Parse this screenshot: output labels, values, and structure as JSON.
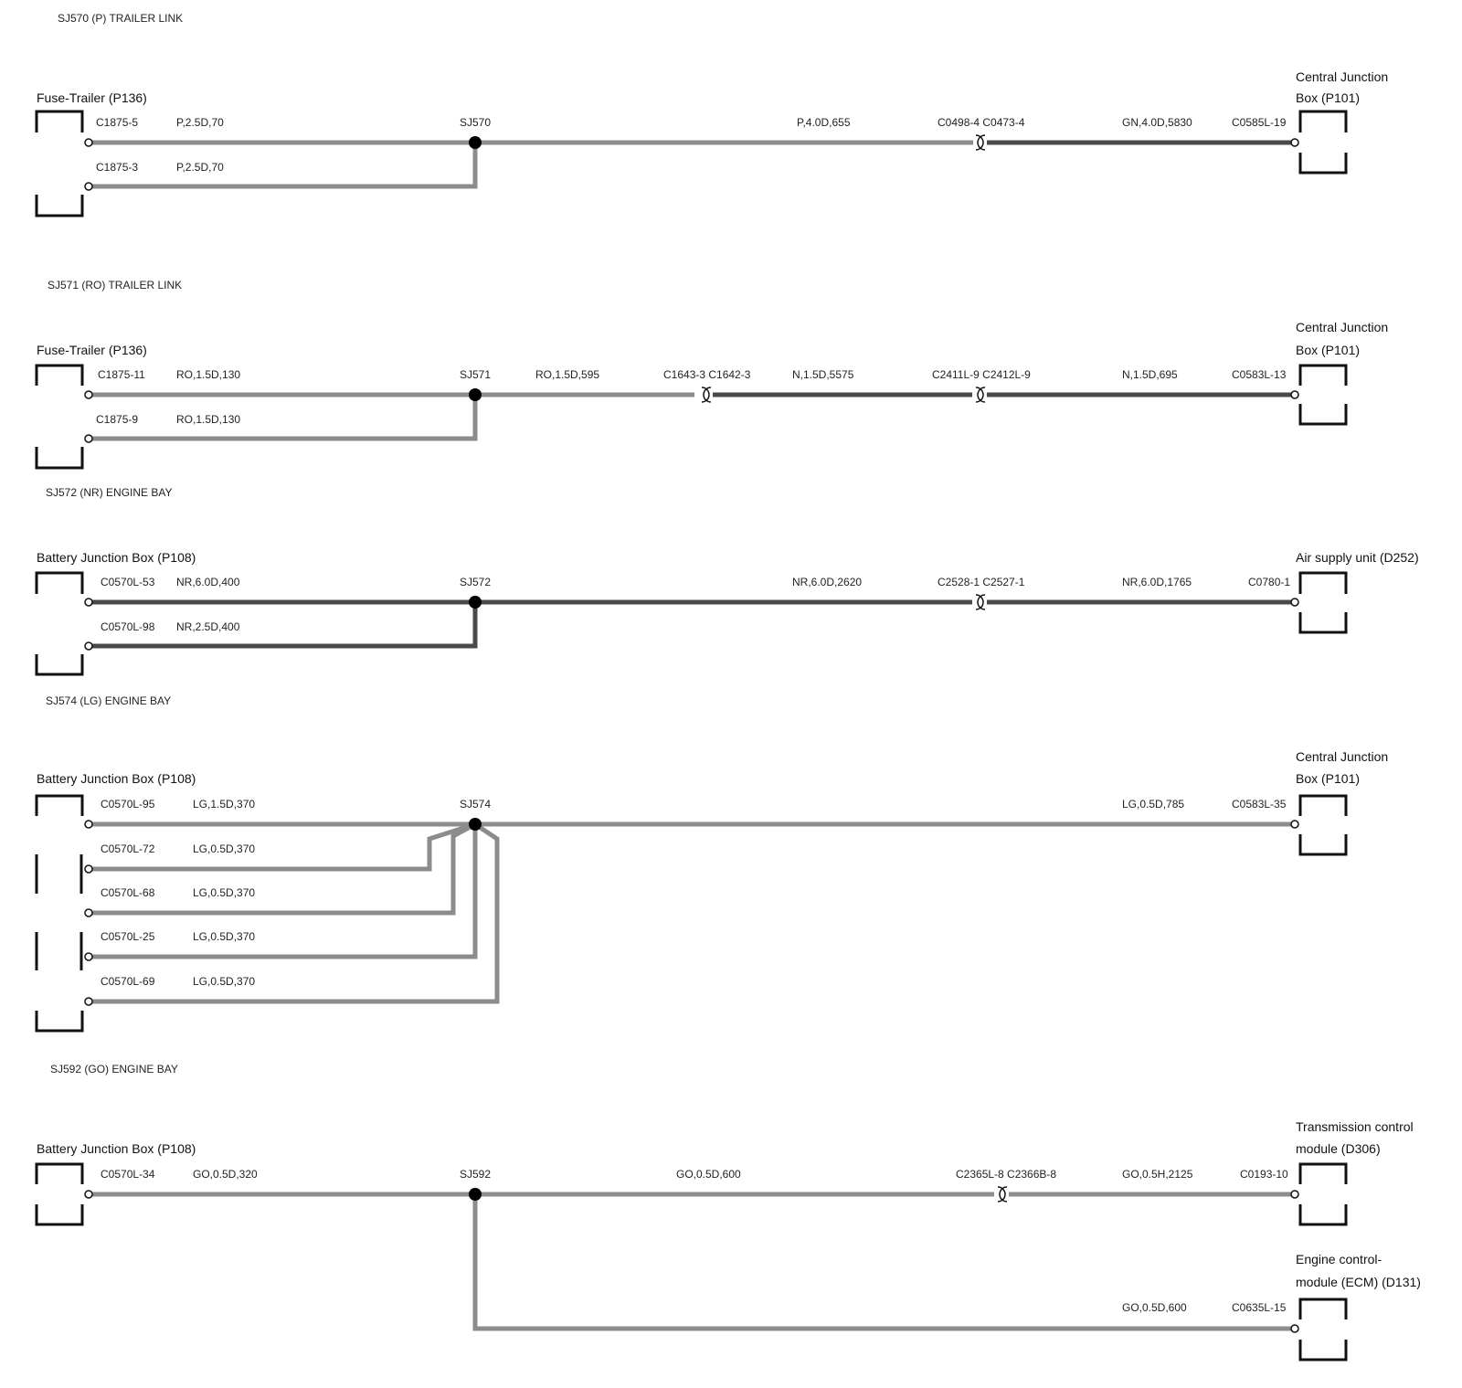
{
  "colors": {
    "wire_light": "#8c8c8c",
    "wire_dark": "#4a4a4a",
    "stroke": "#111111",
    "background": "#ffffff"
  },
  "section1": {
    "title": "SJ570 (P) TRAILER LINK",
    "left_component": "Fuse-Trailer (P136)",
    "right_component_line1": "Central Junction",
    "right_component_line2": "Box (P101)",
    "pin_top": "C1875-5",
    "wire_top": "P,2.5D,70",
    "pin_bottom": "C1875-3",
    "wire_bottom": "P,2.5D,70",
    "splice": "SJ570",
    "wire_mid": "P,4.0D,655",
    "conn_pair": "C0498-4 C0473-4",
    "wire_right": "GN,4.0D,5830",
    "pin_right": "C0585L-19"
  },
  "section2": {
    "title": "SJ571 (RO) TRAILER LINK",
    "left_component": "Fuse-Trailer (P136)",
    "right_component_line1": "Central Junction",
    "right_component_line2": "Box (P101)",
    "pin_top": "C1875-11",
    "wire_top": "RO,1.5D,130",
    "pin_bottom": "C1875-9",
    "wire_bottom": "RO,1.5D,130",
    "splice": "SJ571",
    "wire_a": "RO,1.5D,595",
    "conn_pair_a": "C1643-3 C1642-3",
    "wire_b": "N,1.5D,5575",
    "conn_pair_b": "C2411L-9 C2412L-9",
    "wire_c": "N,1.5D,695",
    "pin_right": "C0583L-13"
  },
  "section3": {
    "title": "SJ572 (NR) ENGINE BAY",
    "left_component": "Battery Junction Box (P108)",
    "right_component": "Air supply unit (D252)",
    "pin_top": "C0570L-53",
    "wire_top": "NR,6.0D,400",
    "pin_bottom": "C0570L-98",
    "wire_bottom": "NR,2.5D,400",
    "splice": "SJ572",
    "wire_mid": "NR,6.0D,2620",
    "conn_pair": "C2528-1 C2527-1",
    "wire_right": "NR,6.0D,1765",
    "pin_right": "C0780-1"
  },
  "section4": {
    "title": "SJ574 (LG) ENGINE BAY",
    "left_component": "Battery Junction Box (P108)",
    "right_component_line1": "Central Junction",
    "right_component_line2": "Box (P101)",
    "pins": [
      "C0570L-95",
      "C0570L-72",
      "C0570L-68",
      "C0570L-25",
      "C0570L-69"
    ],
    "wires": [
      "LG,1.5D,370",
      "LG,0.5D,370",
      "LG,0.5D,370",
      "LG,0.5D,370",
      "LG,0.5D,370"
    ],
    "splice": "SJ574",
    "wire_right": "LG,0.5D,785",
    "pin_right": "C0583L-35"
  },
  "section5": {
    "title": "SJ592 (GO) ENGINE BAY",
    "left_component": "Battery Junction Box (P108)",
    "right_top_line1": "Transmission control",
    "right_top_line2": "module (D306)",
    "right_bottom_line1": "Engine control-",
    "right_bottom_line2": "module (ECM) (D131)",
    "pin_left": "C0570L-34",
    "wire_left": "GO,0.5D,320",
    "splice": "SJ592",
    "wire_mid": "GO,0.5D,600",
    "conn_pair": "C2365L-8  C2366B-8",
    "wire_right": "GO,0.5H,2125",
    "pin_right": "C0193-10",
    "wire_bottom": "GO,0.5D,600",
    "pin_bottom": "C0635L-15"
  }
}
